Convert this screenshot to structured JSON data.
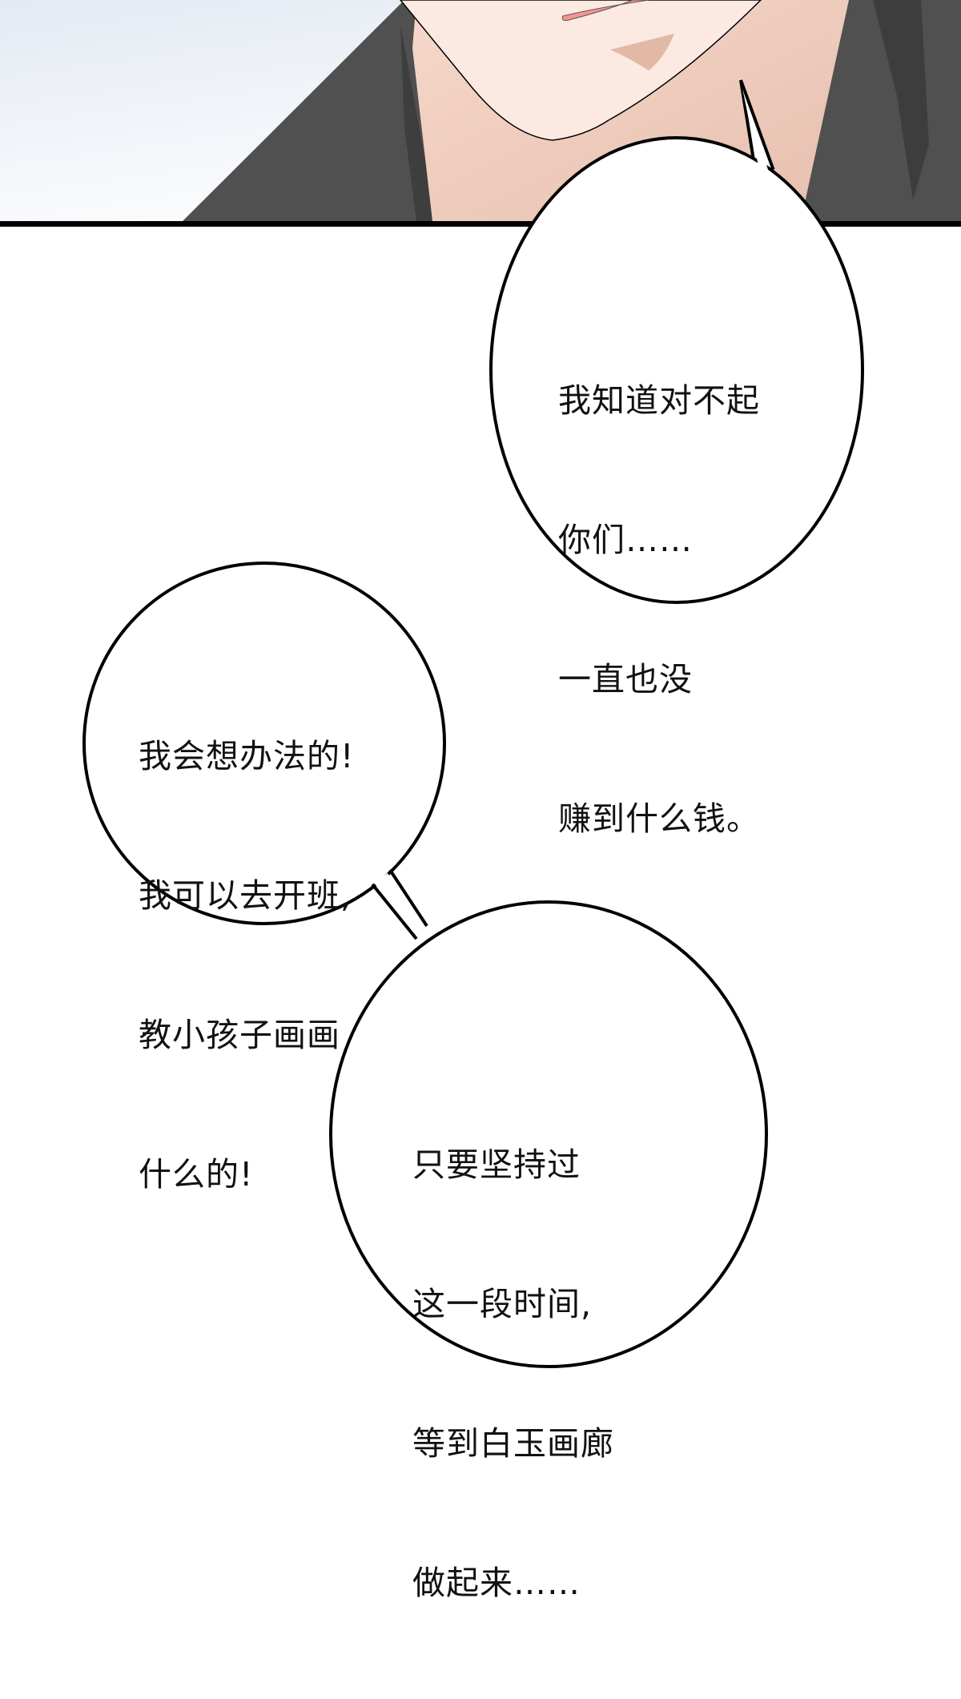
{
  "page": {
    "type": "webcomic-page",
    "colors": {
      "panel_border": "#000000",
      "background_sky_top": "#e6ecf4",
      "background_sky_bottom": "#ffffff",
      "jacket": "#4f4f4f",
      "jacket_dark": "#3f3f3f",
      "skin_light": "#fbe9e2",
      "skin_shadow": "#e8c4b2",
      "lip": "#f4958f",
      "bubble_fill": "#ffffff",
      "bubble_outline": "#000000",
      "text": "#111111"
    }
  },
  "panel_top": {
    "description": "close-up of character's chin and neck wearing dark jacket"
  },
  "bubbles": [
    {
      "id": "bubble-1",
      "lines": [
        "我知道对不起",
        "你们……",
        "一直也没",
        "赚到什么钱。"
      ]
    },
    {
      "id": "bubble-2",
      "lines": [
        "我会想办法的!",
        "我可以去开班,",
        "教小孩子画画",
        "什么的!"
      ]
    },
    {
      "id": "bubble-3",
      "lines": [
        "只要坚持过",
        "这一段时间,",
        "等到白玉画廊",
        "做起来……"
      ]
    }
  ]
}
